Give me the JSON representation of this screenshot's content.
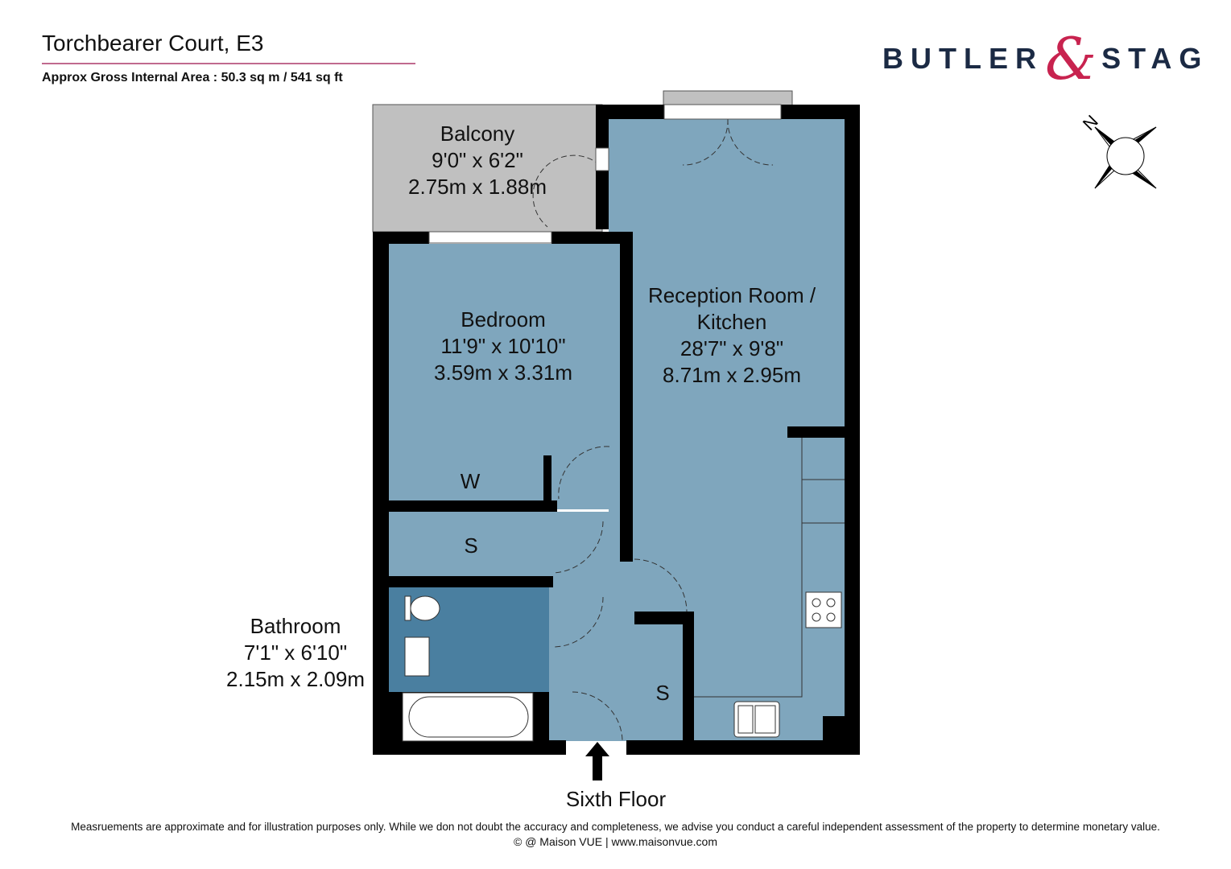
{
  "header": {
    "title": "Torchbearer Court, E3",
    "area": "Approx Gross Internal Area : 50.3 sq m / 541 sq ft"
  },
  "logo": {
    "word_left": "BUTLER",
    "ampersand": "&",
    "word_right": "STAG",
    "colors": {
      "text": "#1b2a44",
      "ampersand": "#c8234f"
    }
  },
  "compass": {
    "north_label": "N"
  },
  "rooms": {
    "balcony": {
      "name": "Balcony",
      "imperial": "9'0\" x 6'2\"",
      "metric": "2.75m x 1.88m"
    },
    "reception": {
      "name_line1": "Reception Room /",
      "name_line2": "Kitchen",
      "imperial": "28'7\" x 9'8\"",
      "metric": "8.71m x 2.95m"
    },
    "bedroom": {
      "name": "Bedroom",
      "imperial": "11'9\" x 10'10\"",
      "metric": "3.59m x 3.31m"
    },
    "bathroom": {
      "name": "Bathroom",
      "imperial": "7'1\" x 6'10\"",
      "metric": "2.15m x 2.09m"
    },
    "wardrobe": {
      "label": "W"
    },
    "storage_1": {
      "label": "S"
    },
    "storage_2": {
      "label": "S"
    }
  },
  "floor": {
    "label": "Sixth Floor"
  },
  "colors": {
    "room_fill": "#7fa6bd",
    "bathroom_fill": "#4a7fa0",
    "balcony_fill": "#c0c0c0",
    "wall": "#000000"
  },
  "footer": {
    "disclaimer": "Measruements are approximate and for illustration purposes only. While we don not doubt the accuracy and completeness, we advise you conduct a careful independent assessment of the property to determine monetary value.",
    "credit": "© @ Maison VUE | www.maisonvue.com"
  }
}
